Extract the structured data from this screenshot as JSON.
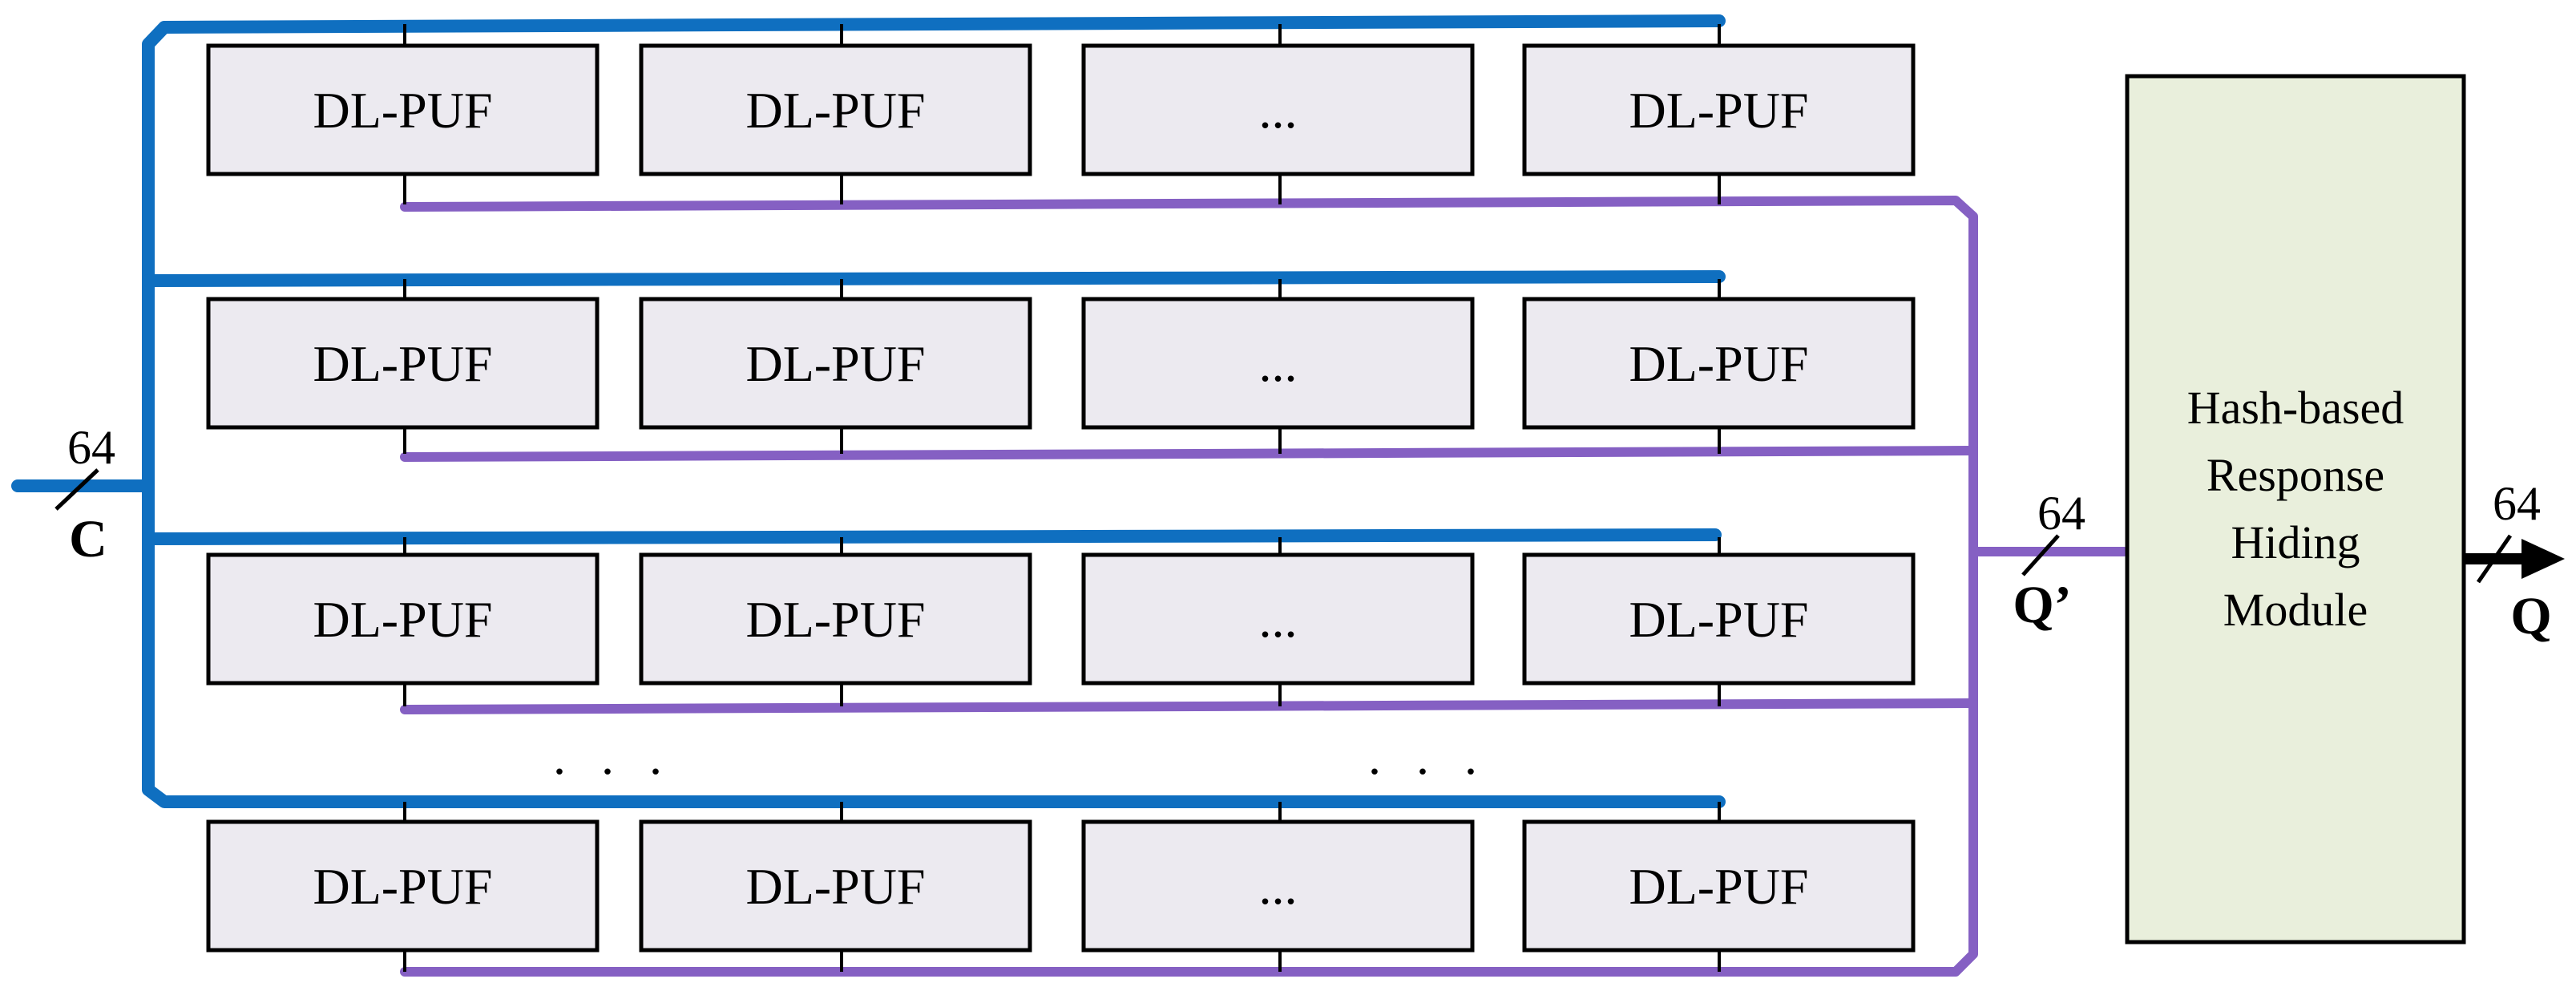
{
  "diagram": {
    "cell_label": "DL-PUF",
    "ellipsis_label": "...",
    "row_gap_dots": ". . .",
    "rows": [
      {
        "cells": [
          "DL-PUF",
          "DL-PUF",
          "...",
          "DL-PUF"
        ]
      },
      {
        "cells": [
          "DL-PUF",
          "DL-PUF",
          "...",
          "DL-PUF"
        ]
      },
      {
        "cells": [
          "DL-PUF",
          "DL-PUF",
          "...",
          "DL-PUF"
        ]
      },
      {
        "cells": [
          "DL-PUF",
          "DL-PUF",
          "...",
          "DL-PUF"
        ]
      }
    ],
    "input": {
      "width_label": "64",
      "name": "C"
    },
    "intermediate": {
      "width_label": "64",
      "name": "Q’"
    },
    "hash_module": {
      "lines": [
        "Hash-based",
        "Response",
        "Hiding",
        "Module"
      ]
    },
    "output": {
      "width_label": "64",
      "name": "Q"
    },
    "colors": {
      "challenge_bus": "#0f6fc0",
      "response_bus": "#8560c3",
      "puf_fill": "#eceaf0",
      "hash_fill": "#e9efdc"
    }
  }
}
